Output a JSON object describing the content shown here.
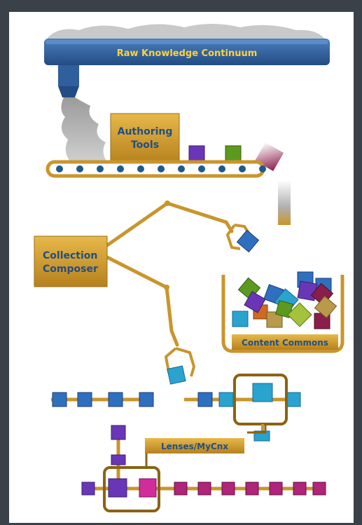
{
  "labels": {
    "top_bar": "Raw Knowledge Continuum",
    "authoring_line1": "Authoring",
    "authoring_line2": "Tools",
    "composer_line1": "Collection",
    "composer_line2": "Composer",
    "commons": "Content Commons",
    "lenses": "Lenses/MyCnx"
  },
  "colors": {
    "background": "#3a4148",
    "canvas": "#ffffff",
    "bar_blue": "#2f5f9c",
    "label_yellow": "#ffd23a",
    "label_blue": "#1f4f86",
    "gold": "#c9952c",
    "gold_dark": "#8a6312",
    "belt_bead": "#1e5a8c",
    "cloud": "#c9c9c9",
    "purple": "#6a36b8",
    "green": "#5b9a1f",
    "maroon": "#8a1e4a",
    "cyan": "#2aa3cf",
    "blue": "#2f6fc0",
    "magenta": "#d02c9a",
    "orange": "#d06a20"
  },
  "icons": {
    "belt": "conveyor-belt-icon",
    "arm": "robotic-arm-icon",
    "cloud": "raw-data-cloud-icon",
    "module": "content-module-cube-icon"
  }
}
